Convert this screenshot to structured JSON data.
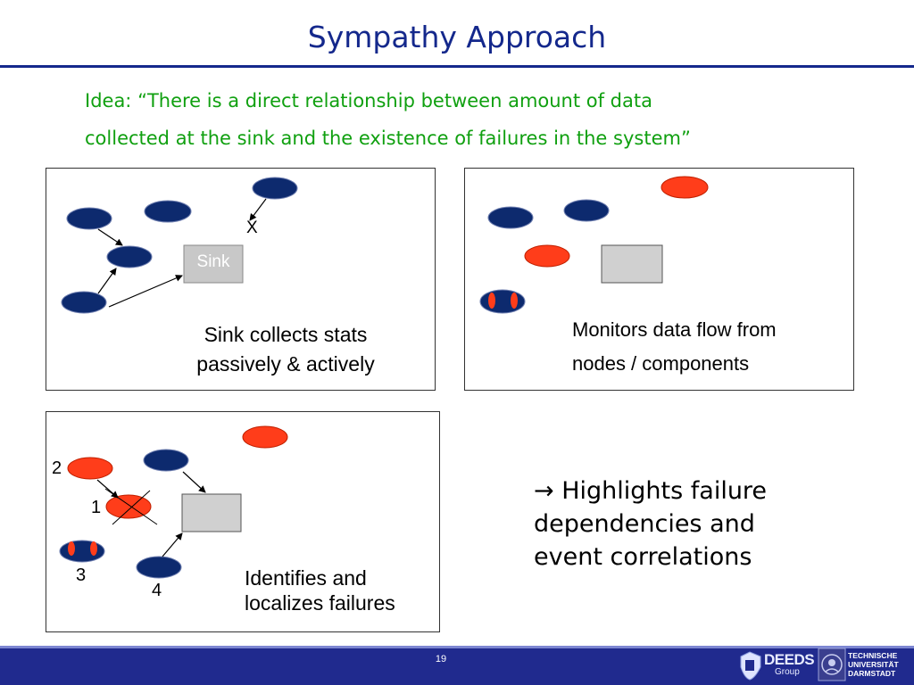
{
  "slide": {
    "title": "Sympathy Approach",
    "idea_line1": "Idea: “There is a direct relationship between amount of data",
    "idea_line2": "collected at the sink and the existence of failures in the system”",
    "highlight_arrow": "→",
    "highlight_line1": "Highlights failure",
    "highlight_line2": "dependencies and",
    "highlight_line3": "event correlations",
    "page_number": "19"
  },
  "panel1": {
    "sink_label": "Sink",
    "x_mark": "X",
    "caption_line1": "Sink collects stats",
    "caption_line2": "passively & actively"
  },
  "panel2": {
    "caption_line1": "Monitors data flow from",
    "caption_line2": "nodes / components"
  },
  "panel3": {
    "num1": "1",
    "num2": "2",
    "num3": "3",
    "num4": "4",
    "caption_line1": "Identifies and",
    "caption_line2": "localizes failures"
  },
  "logos": {
    "deeds_name": "DEEDS",
    "deeds_sub": "Group",
    "tu_line1": "TECHNISCHE",
    "tu_line2": "UNIVERSITÄT",
    "tu_line3": "DARMSTADT"
  },
  "colors": {
    "node_ok": "#0d2a6e",
    "node_failed": "#ff3d1a",
    "sink_fill": "#d0d0d0",
    "title": "#14288c",
    "idea_text": "#10a010",
    "footer": "#202a8e"
  }
}
